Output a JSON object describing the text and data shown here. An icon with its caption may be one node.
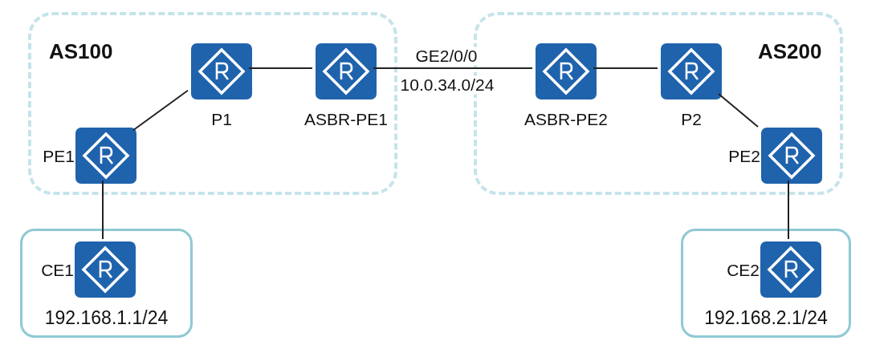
{
  "diagram": {
    "nodes": [
      {
        "text": [
          "AS100"
        ]
      },
      {
        "text": [
          "PE1"
        ],
        "in": 0
      },
      {
        "text": [
          "P1"
        ],
        "in": 0
      },
      {
        "text": [
          "ASBR-PE1"
        ],
        "in": 0
      },
      {
        "text": [
          "AS200"
        ]
      },
      {
        "text": [
          "ASBR-PE2"
        ],
        "in": 4
      },
      {
        "text": [
          "P2"
        ],
        "in": 4
      },
      {
        "text": [
          "PE2"
        ],
        "in": 4
      },
      {
        "text": [
          "192.168.1.1/24"
        ]
      },
      {
        "text": [
          "CE1"
        ],
        "in": 8
      },
      {
        "text": [
          "192.168.2.1/24"
        ]
      },
      {
        "text": [
          "CE2"
        ],
        "in": 10
      }
    ],
    "edges": [
      {
        "from": 1,
        "to": 2,
        "arrow": "none"
      },
      {
        "from": 2,
        "to": 3,
        "arrow": "none"
      },
      {
        "from": 3,
        "to": 5,
        "arrow": "none",
        "label": "GE2/0/0"
      },
      {
        "from": 5,
        "to": 6,
        "arrow": "none"
      },
      {
        "from": 6,
        "to": 7,
        "arrow": "none"
      },
      {
        "from": 1,
        "to": 9,
        "arrow": "none"
      },
      {
        "from": 7,
        "to": 11,
        "arrow": "none"
      }
    ],
    "labels": [
      "10.0.34.0/24"
    ]
  }
}
